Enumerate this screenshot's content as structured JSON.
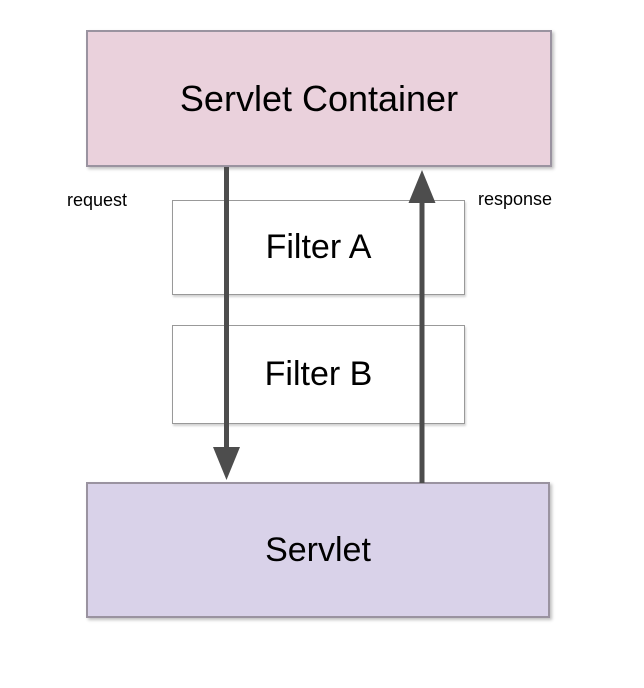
{
  "diagram": {
    "container_box": {
      "label": "Servlet Container"
    },
    "filters": [
      {
        "label": "Filter A"
      },
      {
        "label": "Filter B"
      }
    ],
    "servlet_box": {
      "label": "Servlet"
    },
    "edge_labels": {
      "request": "request",
      "response": "response"
    },
    "flow": [
      "request: Servlet Container -> Filter A -> Filter B -> Servlet",
      "response: Servlet -> Filter B -> Filter A -> Servlet Container"
    ]
  },
  "colors": {
    "background": "#ffffff",
    "container_fill": "#ead1dc",
    "servlet_fill": "#d9d2e9",
    "filter_fill": "#ffffff",
    "box_border": "#9a93a0",
    "filter_border": "#999999",
    "arrow": "#4d4d4d",
    "text": "#000000"
  }
}
